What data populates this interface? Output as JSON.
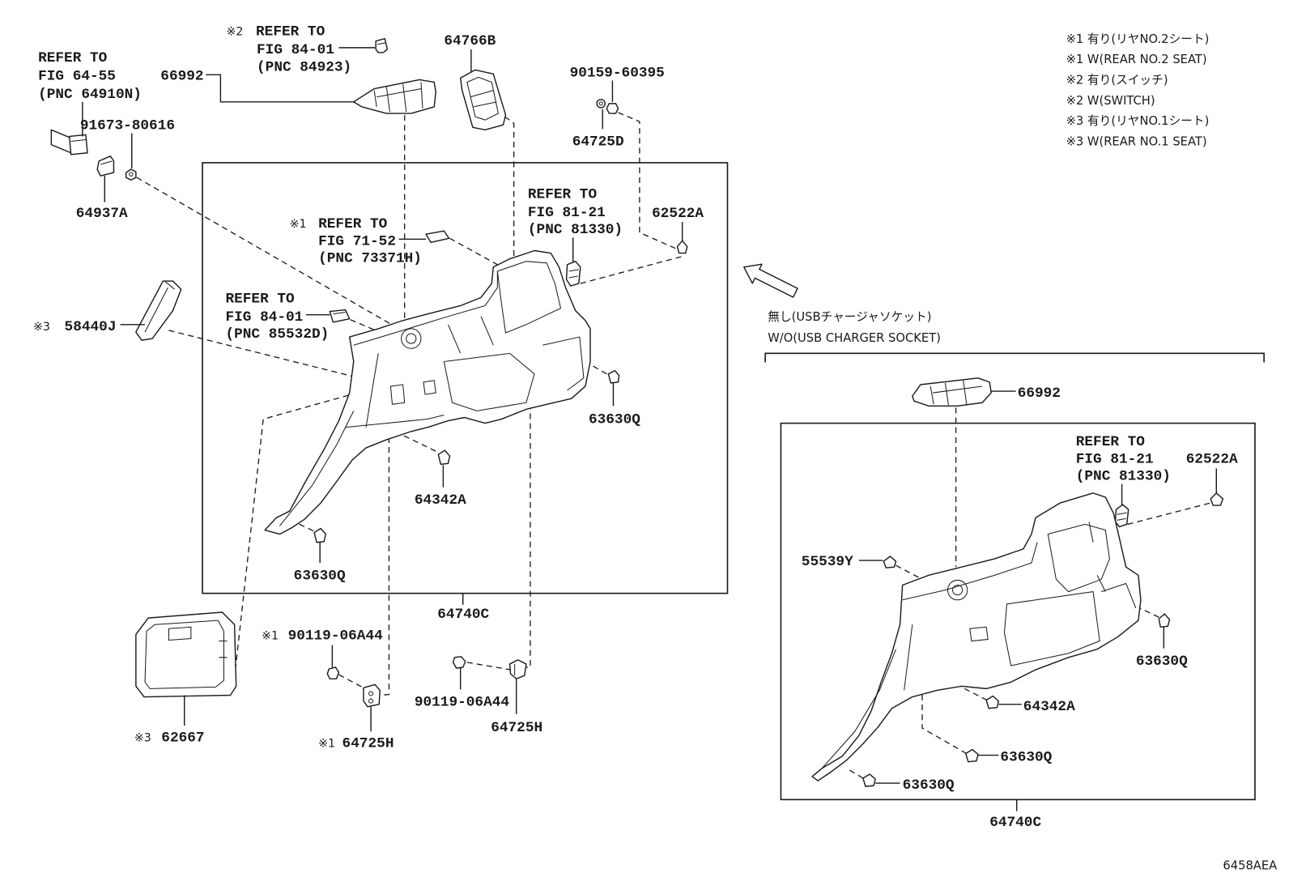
{
  "diagram_code": "6458AEA",
  "legend": [
    "※1 有り(リヤNO.2シート)",
    "※1 W(REAR NO.2 SEAT)",
    "※2 有り(スイッチ)",
    "※2 W(SWITCH)",
    "※3 有り(リヤNO.1シート)",
    "※3 W(REAR NO.1 SEAT)"
  ],
  "main_view": {
    "refer_fig_64_55": [
      "REFER TO",
      "FIG 64-55",
      "(PNC 64910N)"
    ],
    "refer_fig_84_01_a": {
      "mark": "※2",
      "lines": [
        "REFER TO",
        "FIG 84-01",
        "(PNC 84923)"
      ]
    },
    "refer_fig_81_21": [
      "REFER TO",
      "FIG 81-21",
      "(PNC 81330)"
    ],
    "refer_fig_71_52": {
      "mark": "※1",
      "lines": [
        "REFER TO",
        "FIG 71-52",
        "(PNC 73371H)"
      ]
    },
    "refer_fig_84_01_b": [
      "REFER TO",
      "FIG 84-01",
      "(PNC 85532D)"
    ],
    "part_labels": {
      "p91673_80616": "91673-80616",
      "p64937a": "64937A",
      "p66992": "66992",
      "p64766b": "64766B",
      "p90159_60395": "90159-60395",
      "p64725d": "64725D",
      "p62522a": "62522A",
      "p58440j": {
        "mark": "※3",
        "number": "58440J"
      },
      "p63630q_upper": "63630Q",
      "p64342a": "64342A",
      "p63630q_lower": "63630Q",
      "p64740c": "64740C",
      "p90119_06a44_left": {
        "mark": "※1",
        "number": "90119-06A44"
      },
      "p64725h_left": {
        "mark": "※1",
        "number": "64725H"
      },
      "p90119_06a44_right": "90119-06A44",
      "p64725h_right": "64725H",
      "p62667": {
        "mark": "※3",
        "number": "62667"
      }
    }
  },
  "usb_less_view": {
    "condition_jp": "無し(USBチャージャソケット)",
    "condition_en": "W/O(USB CHARGER SOCKET)",
    "refer_fig_81_21": [
      "REFER TO",
      "FIG 81-21",
      "(PNC 81330)"
    ],
    "part_labels": {
      "p66992": "66992",
      "p62522a": "62522A",
      "p55539y": "55539Y",
      "p63630q_a": "63630Q",
      "p64342a": "64342A",
      "p63630q_b": "63630Q",
      "p63630q_c": "63630Q",
      "p64740c": "64740C"
    }
  }
}
